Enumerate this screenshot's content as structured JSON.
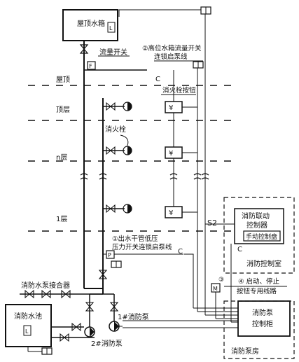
{
  "labels": {
    "roof_tank": "屋顶水箱",
    "flow_switch": "流量开关",
    "note2_line1": "②高位水箱流量开关",
    "note2_line2": "连锁启泵线",
    "roof": "屋顶",
    "hydrant_button": "消火栓按钮",
    "top_floor": "顶层",
    "hydrant": "消火栓",
    "n_floor": "n层",
    "s2": "S2",
    "first_floor": "1层",
    "note1_line1": "①出水干管低压",
    "note1_line2": "压力开关连锁启泵线",
    "p_symbol": "P",
    "c_symbol": "C",
    "f_symbol": "F",
    "l_symbol": "L",
    "m_symbol": "M",
    "linkage_ctrl_line1": "消防联动",
    "linkage_ctrl_line2": "控制器",
    "manual_panel": "手动控制盘",
    "control_room": "消防控制室",
    "pump_connector": "消防水泵接合器",
    "note3": "③",
    "note4": "④ 启动、停止",
    "button_line": "按钮专用线路",
    "pool": "消防水池",
    "pump1": "1#消防泵",
    "pump2": "2#消防泵",
    "pump_cabinet_line1": "消防泵",
    "pump_cabinet_line2": "控制柜",
    "pump_room": "消防泵房"
  }
}
